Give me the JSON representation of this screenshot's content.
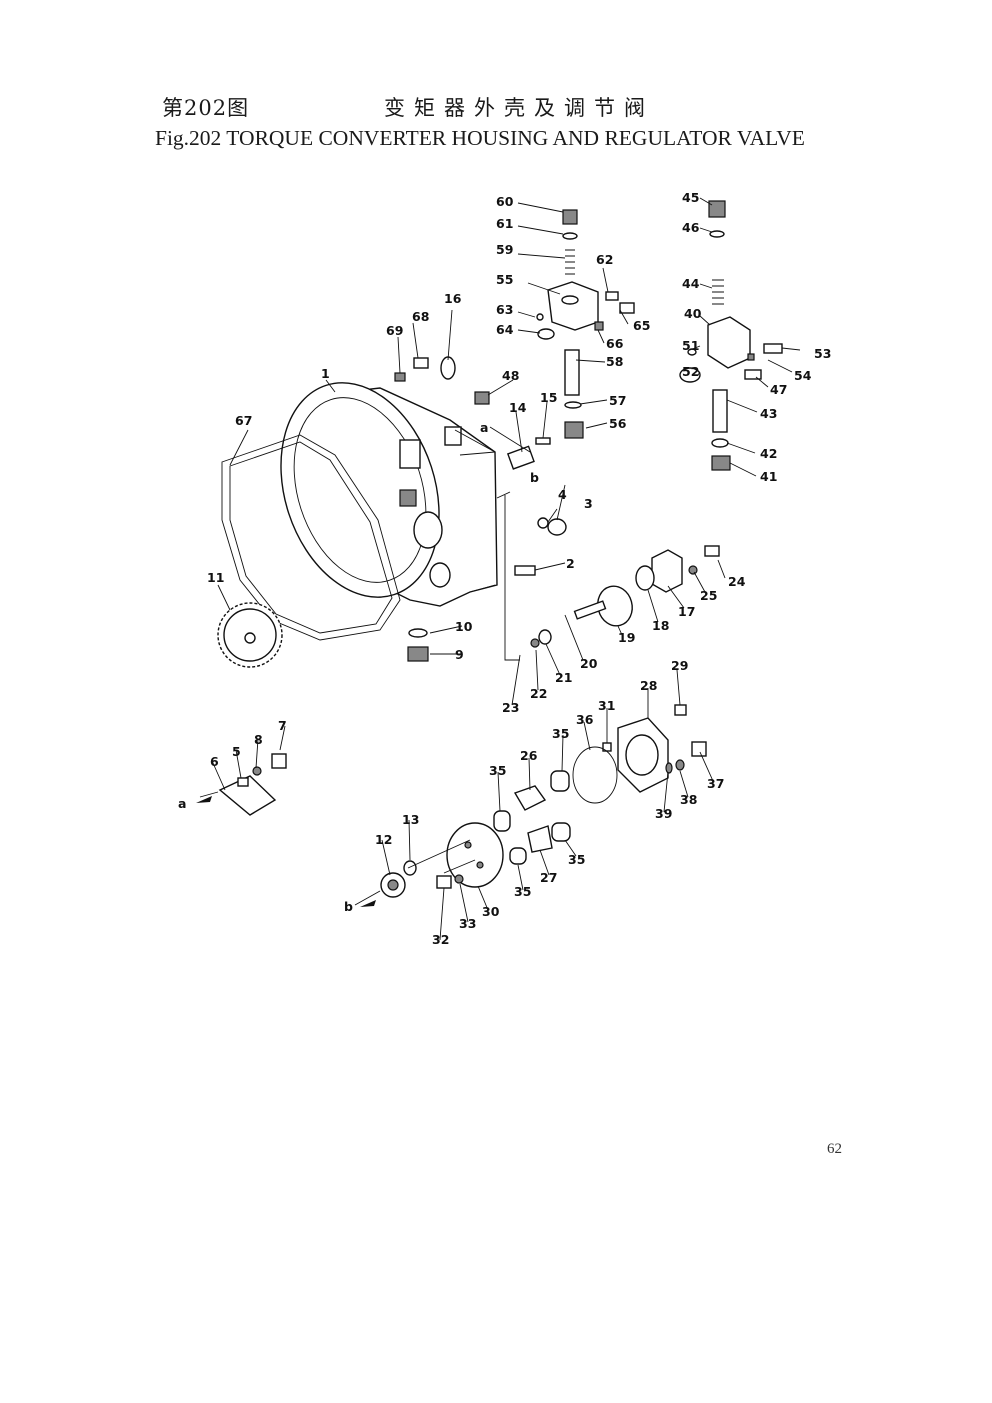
{
  "header": {
    "cn_figure": "第202图",
    "cn_title": "变矩器外壳及调节阀",
    "en_title": "Fig.202 TORQUE CONVERTER HOUSING AND REGULATOR VALVE"
  },
  "diagram": {
    "part_labels": [
      "1",
      "2",
      "3",
      "4",
      "5",
      "6",
      "7",
      "8",
      "9",
      "10",
      "11",
      "12",
      "13",
      "14",
      "15",
      "16",
      "17",
      "18",
      "19",
      "20",
      "21",
      "22",
      "23",
      "24",
      "25",
      "26",
      "27",
      "28",
      "29",
      "30",
      "31",
      "32",
      "33",
      "35",
      "35",
      "35",
      "35",
      "36",
      "37",
      "38",
      "39",
      "40",
      "41",
      "42",
      "43",
      "44",
      "45",
      "46",
      "47",
      "48",
      "51",
      "52",
      "53",
      "54",
      "55",
      "56",
      "57",
      "58",
      "59",
      "60",
      "61",
      "62",
      "63",
      "64",
      "65",
      "66",
      "67",
      "68",
      "69"
    ],
    "ref_markers": [
      "a",
      "b",
      "a",
      "b"
    ]
  },
  "footer": {
    "page_number": "62"
  }
}
